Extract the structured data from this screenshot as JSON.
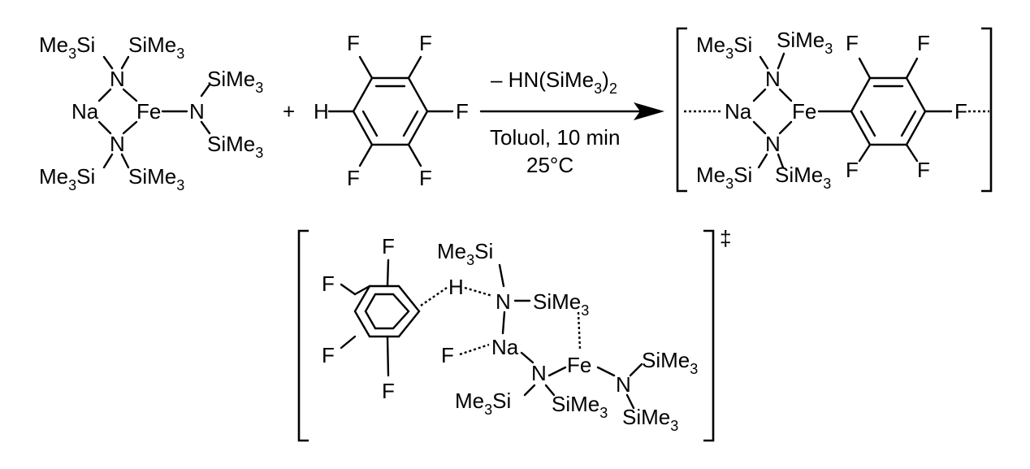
{
  "labels": {
    "me3si": "Me3Si",
    "sime3": "SiMe3",
    "me": "Me",
    "si": "Si",
    "sub3": "3",
    "na": "Na",
    "fe": "Fe",
    "n": "N",
    "h": "H",
    "f": "F",
    "plus": "+",
    "dagger": "‡"
  },
  "reaction": {
    "above_arrow": "– HN(SiMe3)2",
    "above_prefix": "– HN(SiMe",
    "above_sub1": "3",
    "above_close": ")",
    "above_sub2": "2",
    "solvent_time": "Toluol, 10 min",
    "temperature": "25°C"
  },
  "colors": {
    "ink": "#000000",
    "background": "#ffffff"
  }
}
